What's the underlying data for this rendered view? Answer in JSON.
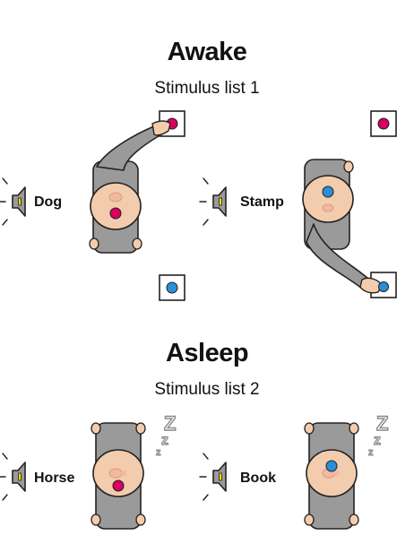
{
  "awake": {
    "title": "Awake",
    "subtitle": "Stimulus list 1",
    "left_word": "Dog",
    "right_word": "Stamp"
  },
  "asleep": {
    "title": "Asleep",
    "subtitle": "Stimulus list 2",
    "left_word": "Horse",
    "right_word": "Book",
    "sleep_letters": [
      "Z",
      "z",
      "z"
    ]
  },
  "colors": {
    "magenta": "#d6005f",
    "blue": "#2a8fd6",
    "sweater": "#9a9a9a",
    "skin": "#f3ccad",
    "outline": "#222222"
  },
  "icons": [
    "speaker-icon",
    "head-figure",
    "target-box",
    "sleep-z-icon"
  ]
}
